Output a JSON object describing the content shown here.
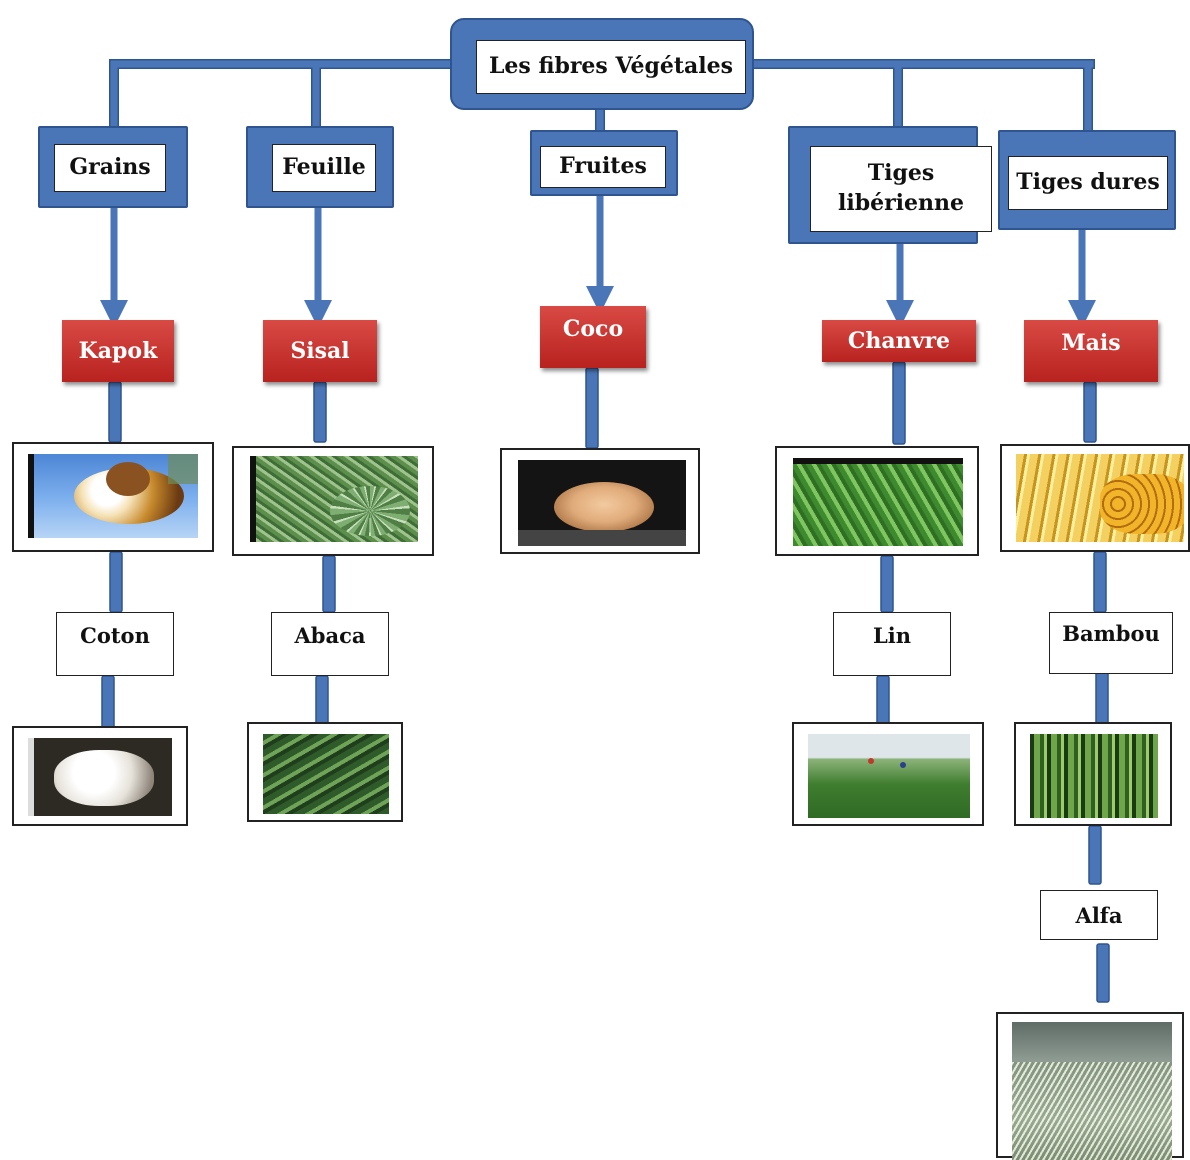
{
  "root": {
    "label": "Les fibres Végétales"
  },
  "categories": [
    {
      "label": "Grains"
    },
    {
      "label": "Feuille"
    },
    {
      "label": "Fruites"
    },
    {
      "label": "Tiges libérienne"
    },
    {
      "label": "Tiges dures"
    }
  ],
  "plants": [
    {
      "label": "Kapok"
    },
    {
      "label": "Sisal"
    },
    {
      "label": "Coco"
    },
    {
      "label": "Chanvre"
    },
    {
      "label": "Mais"
    }
  ],
  "sub_plants": [
    {
      "label": "Coton"
    },
    {
      "label": "Abaca"
    },
    {
      "label": "Lin"
    },
    {
      "label": "Bambou"
    },
    {
      "label": "Alfa"
    }
  ],
  "colors": {
    "connector": "#4a76b8",
    "plant_box": "#c8302c",
    "frame": "#4a76b8"
  }
}
